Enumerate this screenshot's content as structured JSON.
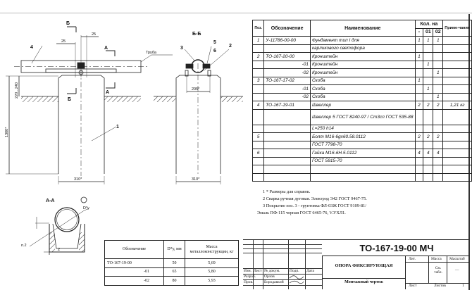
{
  "spec": {
    "headers": {
      "pos": "Поз.",
      "designation": "Обозначение",
      "name": "Наименование",
      "qty": "Кол. на",
      "qty_cols": [
        "-",
        "01",
        "02"
      ],
      "note": "Приме-чание"
    },
    "rows": [
      {
        "pos": "1",
        "des": "У-11786-00-00",
        "name": "Фундамент тип I для",
        "q": [
          "1",
          "1",
          "1"
        ],
        "note": ""
      },
      {
        "pos": "",
        "des": "",
        "name": "карликового светофора",
        "q": [
          "",
          "",
          ""
        ],
        "note": ""
      },
      {
        "pos": "2",
        "des": "ТО-167-20-00",
        "name": "Кронштейн",
        "q": [
          "1",
          "",
          ""
        ],
        "note": ""
      },
      {
        "pos": "",
        "des": "-01",
        "name": "Кронштейн",
        "q": [
          "",
          "1",
          ""
        ],
        "note": ""
      },
      {
        "pos": "",
        "des": "-02",
        "name": "Кронштейн",
        "q": [
          "",
          "",
          "1"
        ],
        "note": ""
      },
      {
        "pos": "3",
        "des": "ТО-167-17-02",
        "name": "Скоба",
        "q": [
          "1",
          "",
          ""
        ],
        "note": ""
      },
      {
        "pos": "",
        "des": "-01",
        "name": "Скоба",
        "q": [
          "",
          "1",
          ""
        ],
        "note": ""
      },
      {
        "pos": "",
        "des": "-02",
        "name": "Скоба",
        "q": [
          "",
          "",
          "1"
        ],
        "note": ""
      },
      {
        "pos": "4",
        "des": "ТО-167-19-01",
        "name": "Швеллер",
        "q": [
          "2",
          "2",
          "2"
        ],
        "note": "1,21 кг"
      },
      {
        "pos": "",
        "des": "",
        "name": "Швеллер 5 ГОСТ 8240-97 / Ст3сп ГОСТ 535-88",
        "q": [
          "",
          "",
          ""
        ],
        "note": "",
        "tall": true
      },
      {
        "pos": "",
        "des": "",
        "name": "L=250 h14",
        "q": [
          "",
          "",
          ""
        ],
        "note": ""
      },
      {
        "pos": "5",
        "des": "",
        "name": "Болт M16-6gx60.58.0112",
        "q": [
          "2",
          "2",
          "2"
        ],
        "note": ""
      },
      {
        "pos": "",
        "des": "",
        "name": "ГОСТ 7798-70",
        "q": [
          "",
          "",
          ""
        ],
        "note": ""
      },
      {
        "pos": "6",
        "des": "",
        "name": "Гайка M16-6H.5.0112",
        "q": [
          "4",
          "4",
          "4"
        ],
        "note": ""
      },
      {
        "pos": "",
        "des": "",
        "name": "ГОСТ 5915-70",
        "q": [
          "",
          "",
          ""
        ],
        "note": ""
      },
      {
        "pos": "",
        "des": "",
        "name": "",
        "q": [
          "",
          "",
          ""
        ],
        "note": ""
      },
      {
        "pos": "",
        "des": "",
        "name": "",
        "q": [
          "",
          "",
          ""
        ],
        "note": ""
      }
    ]
  },
  "drawing": {
    "section_bb": "Б-Б",
    "section_aa": "А-А",
    "cut_b": "Б",
    "cut_a": "А",
    "pipe": "Труба",
    "dim_25": "25",
    "dim_310": "310*",
    "dim_205": "205*",
    "dim_1300": "1300*",
    "dim_220_240": "220...240",
    "dim_d": "D*у",
    "dim_2": "2",
    "weld": "п.2",
    "callouts": [
      "1",
      "2",
      "3",
      "4",
      "5",
      "6"
    ]
  },
  "notes": [
    "1 * Размеры для справок.",
    "2 Сварка ручная дуговая. Электрод Э42 ГОСТ 9467-75.",
    "3 Покрытие поз. 3 - грунтовка ФЛ-03Ж ГОСТ 9109-81/",
    "Эмаль ПФ-115 черная ГОСТ 6465-76, V.УХЛ1."
  ],
  "mass_table": {
    "headers": [
      "Обозначение",
      "D*у, мм",
      "Масса металлоконструкции, кг"
    ],
    "rows": [
      [
        "ТО-167-19-00",
        "50",
        "5,69"
      ],
      [
        "-01",
        "65",
        "5,80"
      ],
      [
        "-02",
        "80",
        "5,93"
      ]
    ]
  },
  "title_block": {
    "code": "ТО-167-19-00 МЧ",
    "title": "ОПОРА ФИКСИРУЮЩАЯ",
    "subtitle": "Монтажный чертеж",
    "cols": [
      "Изм.",
      "Лист",
      "№ докум.",
      "Подп.",
      "Дата"
    ],
    "roles": [
      {
        "role": "Разраб.",
        "name": "Орлов"
      },
      {
        "role": "Пров.",
        "name": "Бородавкий"
      }
    ],
    "lit": "Лит.",
    "mass": "Масса",
    "scale": "Масштаб",
    "mass_value": "См. табл.",
    "scale_value": "—",
    "sheet": "Лист",
    "sheets": "Листов",
    "sheets_value": "1"
  }
}
